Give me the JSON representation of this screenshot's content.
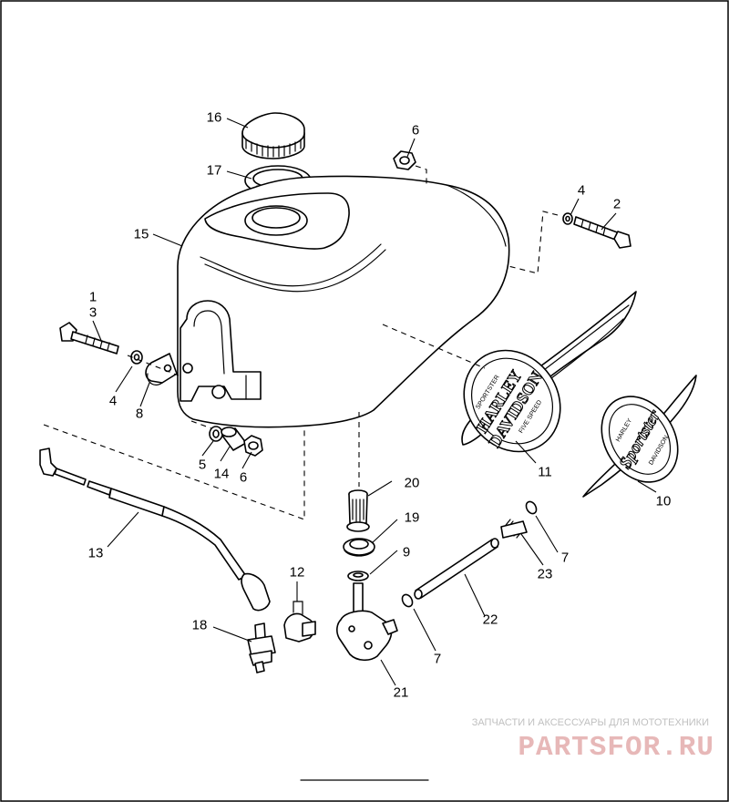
{
  "diagram": {
    "callouts": [
      {
        "id": "c1",
        "text": "1"
      },
      {
        "id": "c2",
        "text": "2"
      },
      {
        "id": "c3",
        "text": "3"
      },
      {
        "id": "c4a",
        "text": "4"
      },
      {
        "id": "c4b",
        "text": "4"
      },
      {
        "id": "c5",
        "text": "5"
      },
      {
        "id": "c6a",
        "text": "6"
      },
      {
        "id": "c6b",
        "text": "6"
      },
      {
        "id": "c7a",
        "text": "7"
      },
      {
        "id": "c7b",
        "text": "7"
      },
      {
        "id": "c8",
        "text": "8"
      },
      {
        "id": "c9",
        "text": "9"
      },
      {
        "id": "c10",
        "text": "10"
      },
      {
        "id": "c11",
        "text": "11"
      },
      {
        "id": "c12",
        "text": "12"
      },
      {
        "id": "c13",
        "text": "13"
      },
      {
        "id": "c14",
        "text": "14"
      },
      {
        "id": "c15",
        "text": "15"
      },
      {
        "id": "c16",
        "text": "16"
      },
      {
        "id": "c17",
        "text": "17"
      },
      {
        "id": "c18",
        "text": "18"
      },
      {
        "id": "c19",
        "text": "19"
      },
      {
        "id": "c20",
        "text": "20"
      },
      {
        "id": "c21",
        "text": "21"
      },
      {
        "id": "c22",
        "text": "22"
      },
      {
        "id": "c23",
        "text": "23"
      }
    ],
    "emblem_hd_lines": [
      "HARLEY",
      "DAVIDSON"
    ],
    "emblem_hd_top": "SPORTSTER",
    "emblem_hd_bottom": "FIVE SPEED",
    "emblem_sportster_script": "Sportster",
    "emblem_sportster_top": "HARLEY",
    "emblem_sportster_bottom": "DAVIDSON"
  },
  "watermark": {
    "tagline": "ЗАПЧАСТИ И АКСЕССУАРЫ ДЛЯ МОТОТЕХНИКИ",
    "logo": "PARTSFOR.RU",
    "tagline_color": "#c0c0c0",
    "logo_color": "#e7b8b8"
  }
}
